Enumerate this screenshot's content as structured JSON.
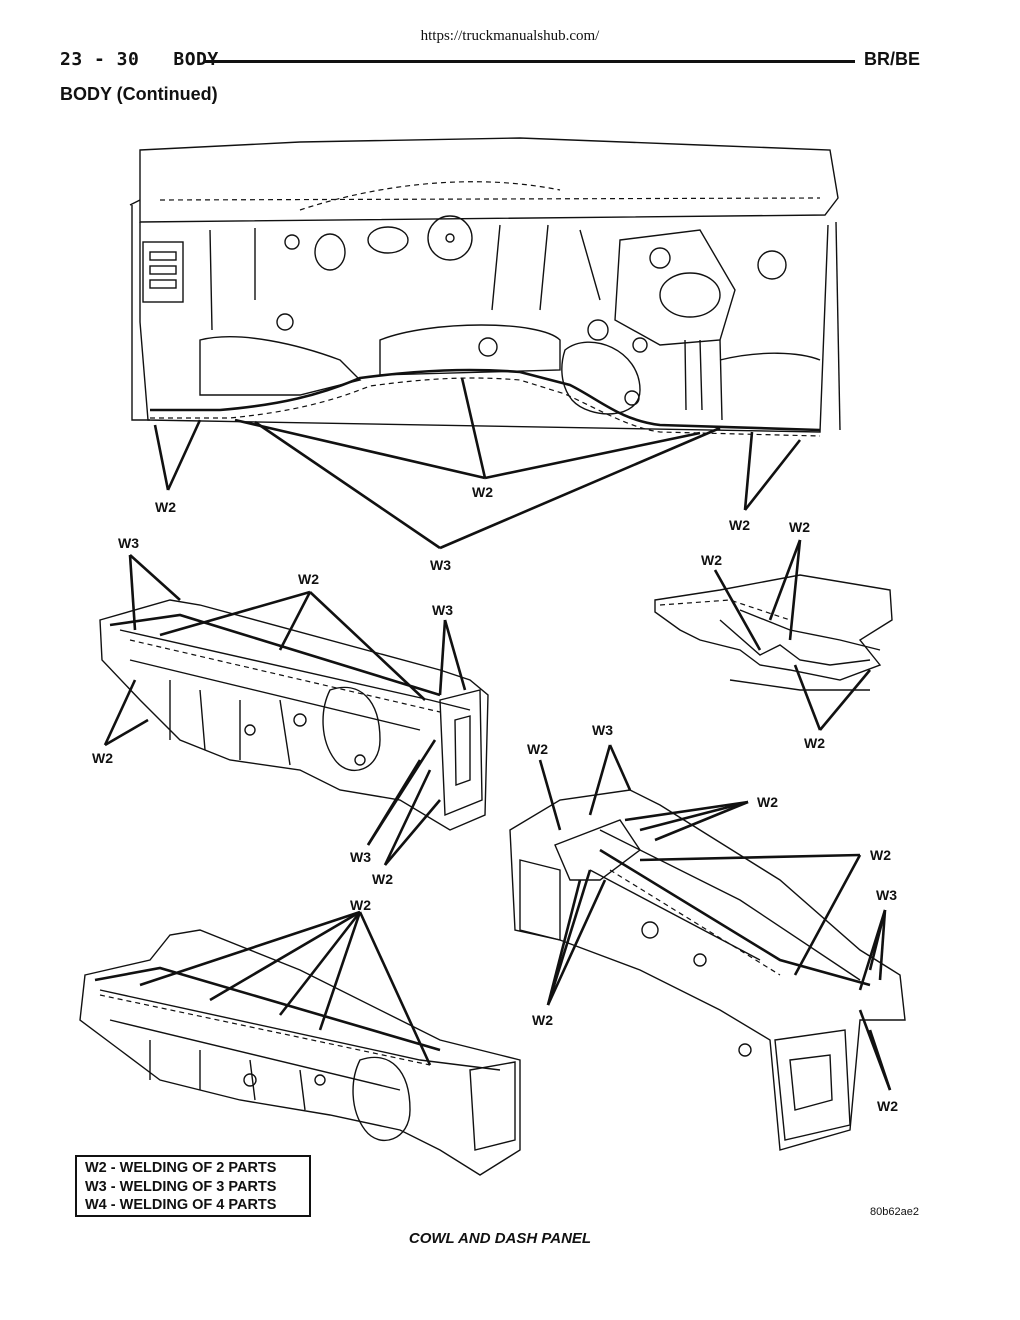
{
  "url": "https://truckmanualshub.com/",
  "header": {
    "page_ref": "23 - 30",
    "section": "BODY",
    "model": "BR/BE"
  },
  "section_title": "BODY (Continued)",
  "figure": {
    "caption": "COWL AND DASH PANEL",
    "code": "80b62ae2",
    "labels": {
      "w2": "W2",
      "w3": "W3"
    }
  },
  "legend": [
    "W2 - WELDING OF 2 PARTS",
    "W3 - WELDING OF 3 PARTS",
    "W4 - WELDING OF 4 PARTS"
  ]
}
